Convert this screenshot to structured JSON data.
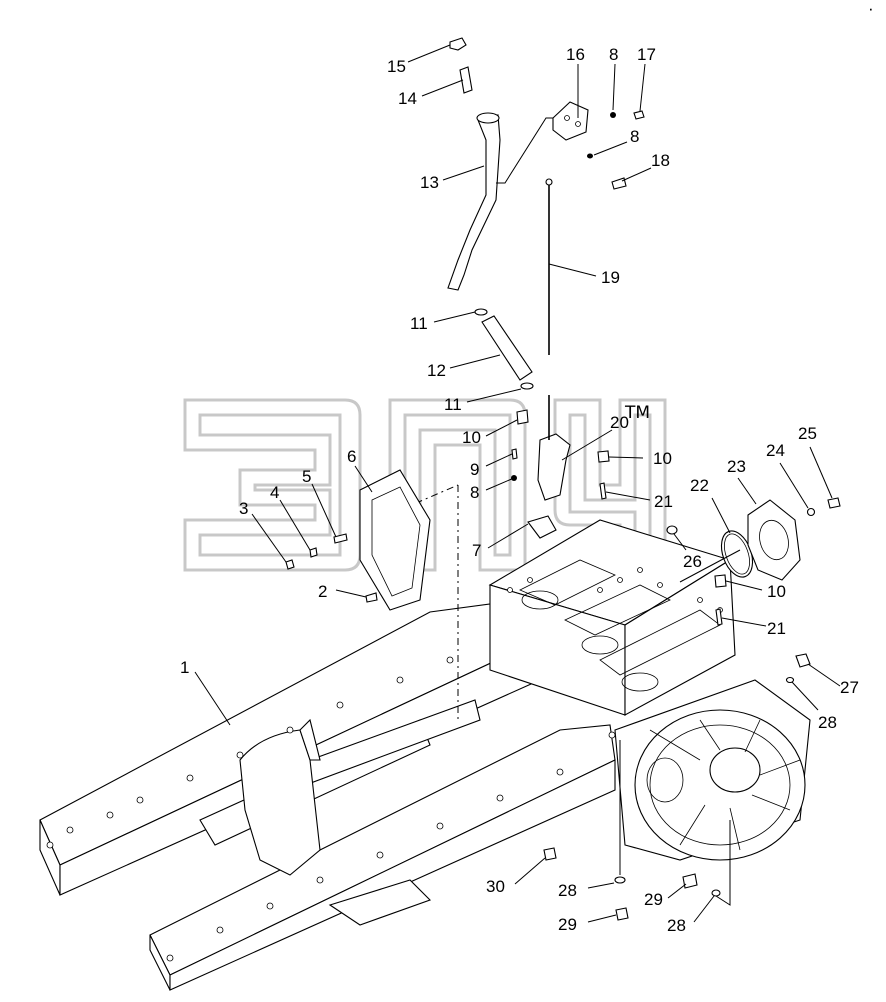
{
  "watermark": {
    "text": "ЗПЧ",
    "trademark": "TM",
    "color": "#c8c8c8"
  },
  "callouts": [
    {
      "id": "c1",
      "label": "1"
    },
    {
      "id": "c2",
      "label": "2"
    },
    {
      "id": "c3",
      "label": "3"
    },
    {
      "id": "c4",
      "label": "4"
    },
    {
      "id": "c5",
      "label": "5"
    },
    {
      "id": "c6",
      "label": "6"
    },
    {
      "id": "c7",
      "label": "7"
    },
    {
      "id": "c8a",
      "label": "8"
    },
    {
      "id": "c8b",
      "label": "8"
    },
    {
      "id": "c8c",
      "label": "8"
    },
    {
      "id": "c9",
      "label": "9"
    },
    {
      "id": "c10a",
      "label": "10"
    },
    {
      "id": "c10b",
      "label": "10"
    },
    {
      "id": "c10c",
      "label": "10"
    },
    {
      "id": "c11a",
      "label": "11"
    },
    {
      "id": "c11b",
      "label": "11"
    },
    {
      "id": "c12",
      "label": "12"
    },
    {
      "id": "c13",
      "label": "13"
    },
    {
      "id": "c14",
      "label": "14"
    },
    {
      "id": "c15",
      "label": "15"
    },
    {
      "id": "c16",
      "label": "16"
    },
    {
      "id": "c17",
      "label": "17"
    },
    {
      "id": "c18",
      "label": "18"
    },
    {
      "id": "c19",
      "label": "19"
    },
    {
      "id": "c20",
      "label": "20"
    },
    {
      "id": "c21a",
      "label": "21"
    },
    {
      "id": "c21b",
      "label": "21"
    },
    {
      "id": "c22",
      "label": "22"
    },
    {
      "id": "c23",
      "label": "23"
    },
    {
      "id": "c24",
      "label": "24"
    },
    {
      "id": "c25",
      "label": "25"
    },
    {
      "id": "c26",
      "label": "26"
    },
    {
      "id": "c27",
      "label": "27"
    },
    {
      "id": "c28a",
      "label": "28"
    },
    {
      "id": "c28b",
      "label": "28"
    },
    {
      "id": "c28c",
      "label": "28"
    },
    {
      "id": "c29a",
      "label": "29"
    },
    {
      "id": "c29b",
      "label": "29"
    },
    {
      "id": "c30",
      "label": "30"
    }
  ]
}
